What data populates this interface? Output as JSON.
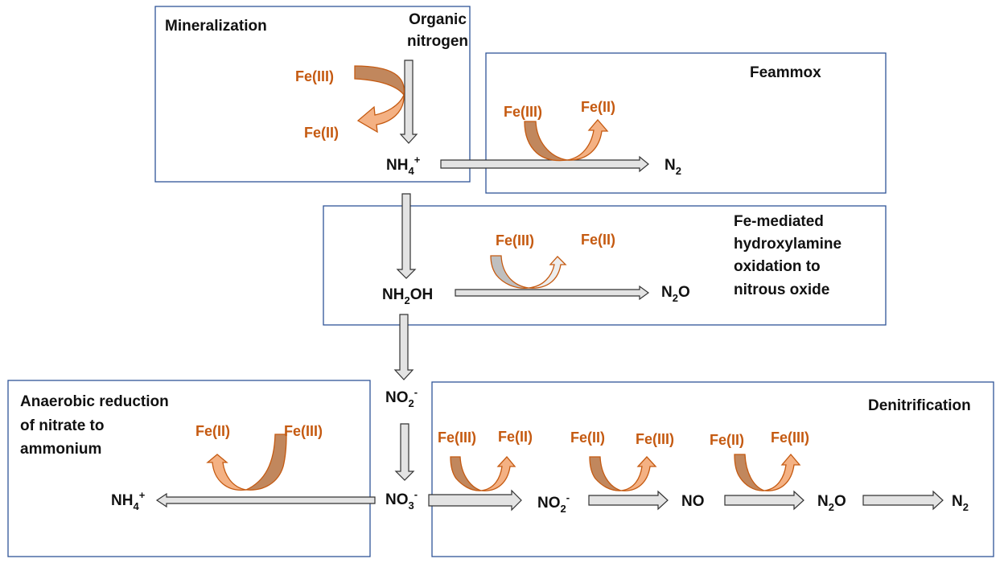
{
  "boxes": {
    "mineralization": {
      "title": "Mineralization",
      "source_line1": "Organic",
      "source_line2": "nitrogen",
      "product": {
        "base": "NH",
        "sub": "4",
        "sup": "+"
      },
      "fe_in": "Fe(III)",
      "fe_out": "Fe(II)"
    },
    "feammox": {
      "title": "Feammox",
      "product": {
        "base": "N",
        "sub": "2"
      },
      "fe_in": "Fe(III)",
      "fe_out": "Fe(II)"
    },
    "hydroxylamine": {
      "title_lines": [
        "Fe-mediated",
        "hydroxylamine",
        "oxidation to",
        "nitrous oxide"
      ],
      "reactant": {
        "base": "NH",
        "sub": "2",
        "tail": "OH"
      },
      "product": {
        "base": "N",
        "sub": "2",
        "tail": "O"
      },
      "fe_in": "Fe(III)",
      "fe_out": "Fe(II)"
    },
    "dnra": {
      "title_lines": [
        "Anaerobic reduction",
        "of nitrate to",
        "ammonium"
      ],
      "product": {
        "base": "NH",
        "sub": "4",
        "sup": "+"
      },
      "fe_left": "Fe(II)",
      "fe_right": "Fe(III)"
    },
    "denitrification": {
      "title": "Denitrification",
      "steps": [
        {
          "fe_in": "Fe(III)",
          "fe_out": "Fe(II)"
        },
        {
          "fe_in": "Fe(II)",
          "fe_out": "Fe(III)"
        },
        {
          "fe_in": "Fe(II)",
          "fe_out": "Fe(III)"
        }
      ],
      "species": [
        {
          "base": "NO",
          "sub": "2",
          "sup": "-"
        },
        {
          "base": "NO"
        },
        {
          "base": "N",
          "sub": "2",
          "tail": "O"
        },
        {
          "base": "N",
          "sub": "2"
        }
      ]
    }
  },
  "central": {
    "nitrite": {
      "base": "NO",
      "sub": "2",
      "sup": "-"
    },
    "nitrate": {
      "base": "NO",
      "sub": "3",
      "sup": "-"
    }
  },
  "colors": {
    "box_border": "#2f5597",
    "fe_text": "#c55a11",
    "arrow_fill": "#e3e3e3",
    "curve_dark": "#c1875d",
    "curve_light": "#f4b183"
  }
}
